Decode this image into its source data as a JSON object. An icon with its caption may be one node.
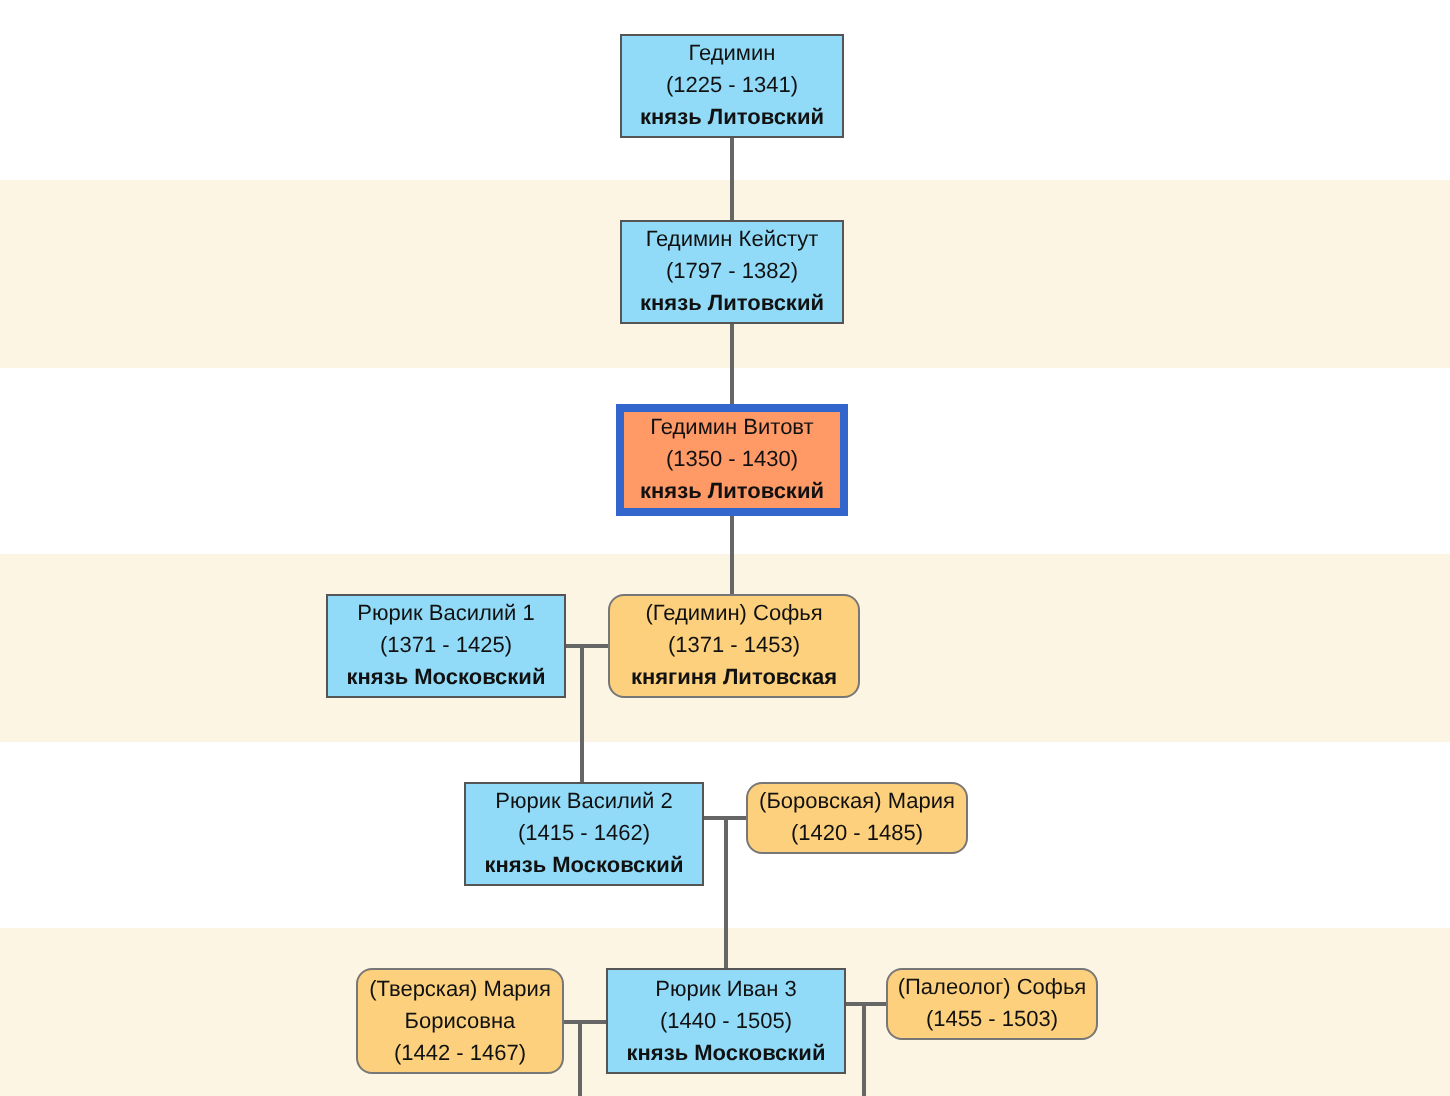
{
  "diagram": {
    "nodes": [
      {
        "text": [
          "Гедимин",
          "(1225 - 1341)",
          "князь Литовский"
        ]
      },
      {
        "text": [
          "Гедимин Кейстут",
          "(1797 - 1382)",
          "князь Литовский"
        ]
      },
      {
        "text": [
          "Гедимин Витовт",
          "(1350 - 1430)",
          "князь Литовский"
        ]
      },
      {
        "text": [
          "Рюрик Василий 1",
          "(1371 - 1425)",
          "князь Московский"
        ]
      },
      {
        "text": [
          "(Гедимин) Софья",
          "(1371 - 1453)",
          "княгиня Литовская"
        ]
      },
      {
        "text": [
          "Рюрик Василий 2",
          "(1415 - 1462)",
          "князь Московский"
        ]
      },
      {
        "text": [
          "(Боровская) Мария",
          "(1420 - 1485)"
        ]
      },
      {
        "text": [
          "(Тверская) Мария Борисовна",
          "(1442 - 1467)"
        ]
      },
      {
        "text": [
          "Рюрик Иван 3",
          "(1440 - 1505)",
          "князь Московский"
        ]
      },
      {
        "text": [
          "(Палеолог) Софья",
          "(1455 - 1503)"
        ]
      }
    ],
    "edges": [
      {
        "from": 0,
        "to": 1,
        "arrow": "none"
      },
      {
        "from": 1,
        "to": 2,
        "arrow": "none"
      },
      {
        "from": 2,
        "to": 4,
        "arrow": "none"
      },
      {
        "from": 3,
        "to": 4,
        "arrow": "none"
      },
      {
        "from": 3,
        "to": 5,
        "arrow": "none"
      },
      {
        "from": 4,
        "to": 5,
        "arrow": "none"
      },
      {
        "from": 5,
        "to": 6,
        "arrow": "none"
      },
      {
        "from": 5,
        "to": 8,
        "arrow": "none"
      },
      {
        "from": 6,
        "to": 8,
        "arrow": "none"
      },
      {
        "from": 7,
        "to": 8,
        "arrow": "none"
      },
      {
        "from": 7,
        "to": null,
        "arrow": "none"
      },
      {
        "from": 8,
        "to": 9,
        "arrow": "none"
      },
      {
        "from": 8,
        "to": null,
        "arrow": "none"
      }
    ]
  }
}
